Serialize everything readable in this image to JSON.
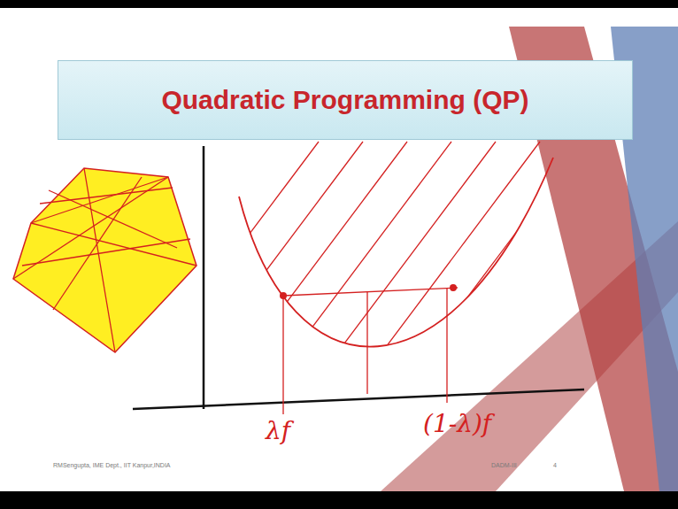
{
  "diagram": {
    "title": "Quadratic Programming (QP)",
    "labels": [
      "λf",
      "(1-λ)f",
      "RMSengupta, IME Dept., IIT Kanpur,INDIA",
      "DADM-III",
      "4"
    ]
  }
}
